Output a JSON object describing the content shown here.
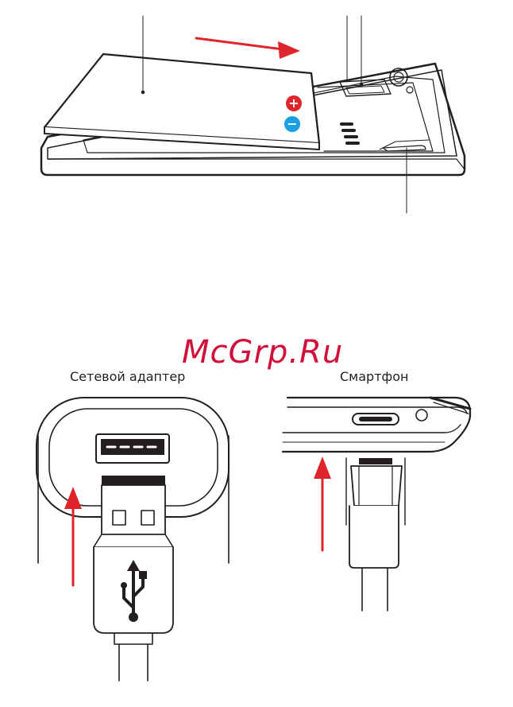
{
  "watermark": {
    "text": "McGrp.Ru"
  },
  "labels": {
    "adapter": "Сетевой адаптер",
    "phone": "Смартфон"
  },
  "battery": {
    "plus": "+",
    "minus": "−"
  },
  "colors": {
    "stroke": "#231f20",
    "arrow": "#e0242b",
    "plus": "#e0242b",
    "minus": "#1aa0e0",
    "watermark": "#d0103a"
  },
  "icons": {
    "usb": "usb-trident-icon",
    "plus": "plus-icon",
    "minus": "minus-icon"
  }
}
